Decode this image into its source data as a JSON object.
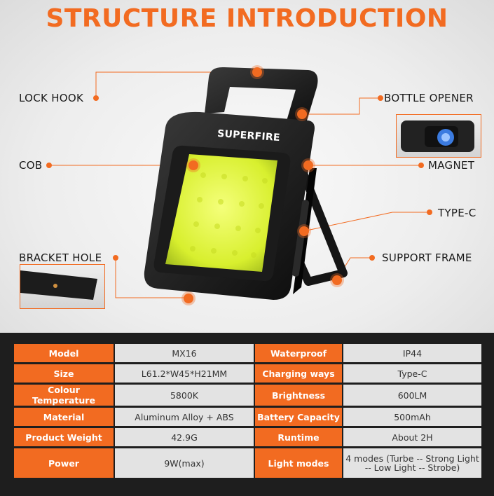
{
  "title": "STRUCTURE INTRODUCTION",
  "brand": "SUPERFIRE",
  "colors": {
    "accent": "#f26b21",
    "dark": "#1e1e1e",
    "cell": "#e3e3e3"
  },
  "labels": {
    "lock_hook": "LOCK HOOK",
    "bottle_opener": "BOTTLE OPENER",
    "cob": "COB",
    "magnet": "MAGNET",
    "type_c": "TYPE-C",
    "bracket_hole": "BRACKET HOLE",
    "support_frame": "SUPPORT FRAME"
  },
  "specs": [
    {
      "k1": "Model",
      "v1": "MX16",
      "k2": "Waterproof",
      "v2": "IP44"
    },
    {
      "k1": "Size",
      "v1": "L61.2*W45*H21MM",
      "k2": "Charging ways",
      "v2": "Type-C"
    },
    {
      "k1": "Colour Temperature",
      "v1": "5800K",
      "k2": "Brightness",
      "v2": "600LM"
    },
    {
      "k1": "Material",
      "v1": "Aluminum Alloy + ABS",
      "k2": "Battery Capacity",
      "v2": "500mAh"
    },
    {
      "k1": "Product Weight",
      "v1": "42.9G",
      "k2": "Runtime",
      "v2": "About 2H"
    },
    {
      "k1": "Power",
      "v1": "9W(max)",
      "k2": "Light modes",
      "v2": "4 modes (Turbe -- Strong Light -- Low Light -- Strobe)"
    }
  ]
}
